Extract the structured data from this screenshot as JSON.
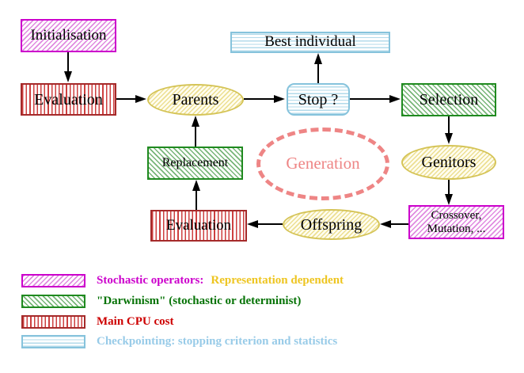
{
  "nodes": {
    "initialisation": {
      "label": "Initialisation"
    },
    "evaluation_top": {
      "label": "Evaluation"
    },
    "parents": {
      "label": "Parents"
    },
    "best_individual": {
      "label": "Best individual"
    },
    "stop": {
      "label": "Stop ?"
    },
    "selection": {
      "label": "Selection"
    },
    "genitors": {
      "label": "Genitors"
    },
    "crossover_mutation": {
      "line1": "Crossover,",
      "line2": "Mutation, ..."
    },
    "offspring": {
      "label": "Offspring"
    },
    "evaluation_bottom": {
      "label": "Evaluation"
    },
    "replacement": {
      "label": "Replacement"
    },
    "generation": {
      "label": "Generation"
    }
  },
  "legend": {
    "stochastic": {
      "label": "Stochastic operators:",
      "suffix": "Representation dependent"
    },
    "darwinism": {
      "label": "\"Darwinism\" (stochastic or determinist)"
    },
    "cpu": {
      "label": "Main CPU cost"
    },
    "checkpointing": {
      "label": "Checkpointing: stopping criterion and statistics"
    }
  },
  "colors": {
    "magenta": "#cc00cc",
    "magenta_hatch": "#e08ae0",
    "green": "#1f8a1f",
    "green_hatch": "#77b577",
    "red": "#a52a2a",
    "red_stripe": "#cd4040",
    "cyan": "#86c3dc",
    "cyan_stripe": "#b2daea",
    "yellow_border": "#d5c457",
    "yellow_hatch": "#ecdf92",
    "yellow_fill": "#fffdf0",
    "salmon": "#ee8585",
    "gold_text": "#eec520",
    "green_text": "#067306",
    "red_text": "#cd0000",
    "cyan_text": "#98cbe8"
  }
}
